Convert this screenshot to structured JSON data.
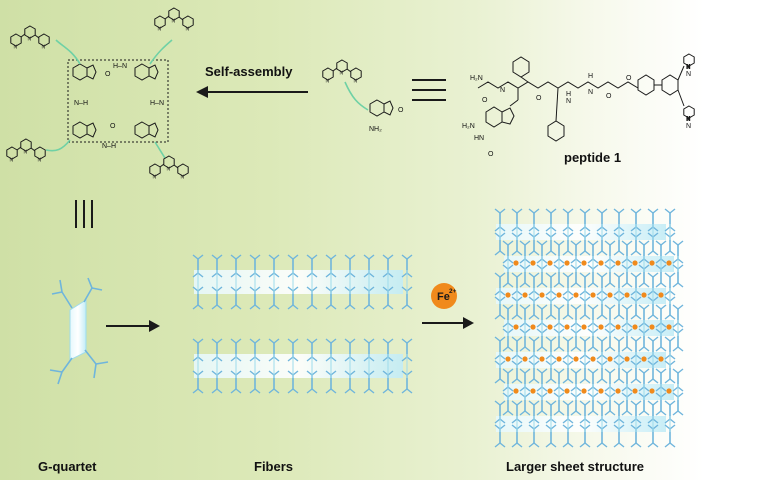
{
  "labels": {
    "self_assembly": "Self-assembly",
    "peptide": "peptide 1",
    "g_quartet": "G-quartet",
    "fibers": "Fibers",
    "larger_sheet": "Larger sheet structure",
    "fe_symbol": "Fe",
    "fe_charge": "2+"
  },
  "colors": {
    "linker": "#6fd1a5",
    "motif": "#6fb5dc",
    "plate": "#cfeff7",
    "iron": "#f08a1c",
    "ink": "#1a1a1a"
  },
  "icons": [
    "equivalence-symbol",
    "parallel-lines-symbol",
    "arrow-left",
    "arrow-right"
  ]
}
